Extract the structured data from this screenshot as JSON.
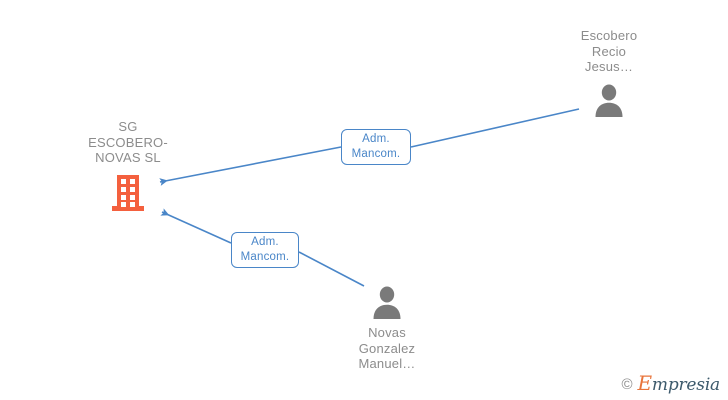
{
  "graph": {
    "background_color": "#ffffff",
    "edge_color": "#4a86c8",
    "company_color": "#f4603e",
    "person_color": "#7a7a7a",
    "label_color": "#8c8c8c",
    "company": {
      "name": "SG\nESCOBERO-\nNOVAS SL",
      "icon": "building-icon"
    },
    "people": [
      {
        "id": "person-escobero-recio-jesus",
        "name": "Escobero\nRecio\nJesus…",
        "icon": "person-icon",
        "relation_label": "Adm.\nMancom."
      },
      {
        "id": "person-novas-gonzalez-manuel",
        "name": "Novas\nGonzalez\nManuel…",
        "icon": "person-icon",
        "relation_label": "Adm.\nMancom."
      }
    ]
  },
  "watermark": {
    "copyright": "©",
    "brand_initial": "E",
    "brand_rest": "mpresia"
  }
}
